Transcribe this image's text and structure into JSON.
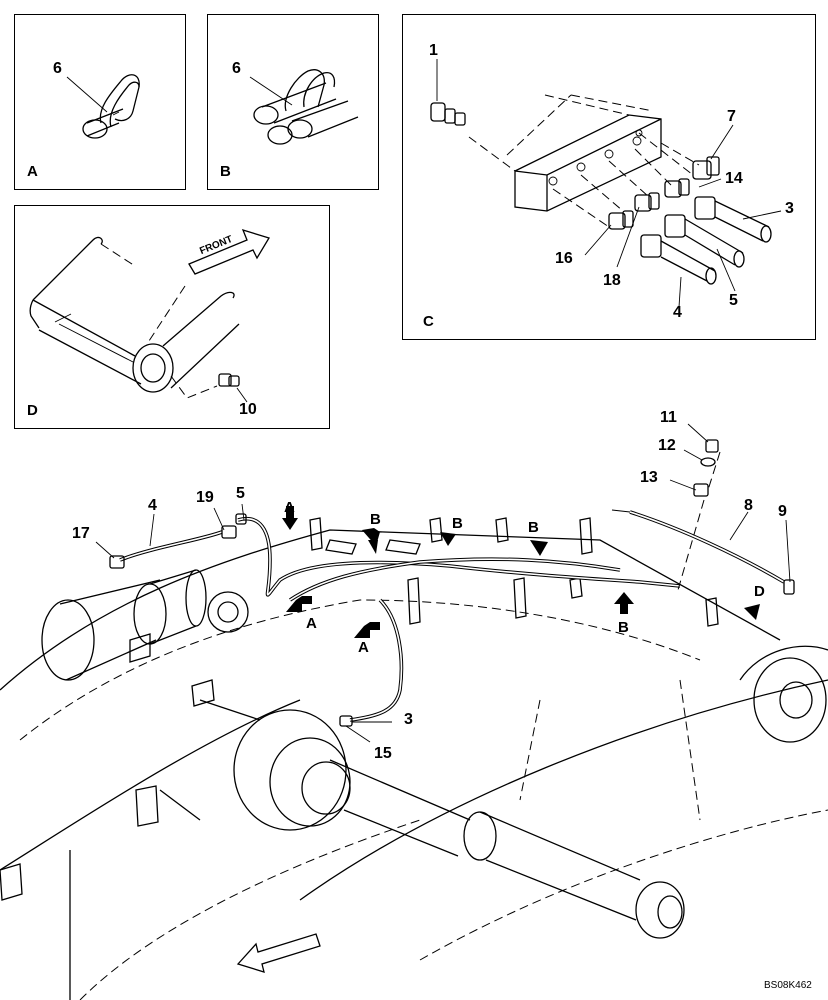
{
  "panels": {
    "A": {
      "label": "A",
      "callouts": [
        "6"
      ]
    },
    "B": {
      "label": "B",
      "callouts": [
        "6"
      ]
    },
    "C": {
      "label": "C",
      "callouts": [
        "1",
        "7",
        "14",
        "3",
        "16",
        "18",
        "4",
        "5"
      ]
    },
    "D": {
      "label": "D",
      "callouts": [
        "10"
      ],
      "arrow_text": "FRONT"
    }
  },
  "main": {
    "callouts": [
      "17",
      "4",
      "19",
      "5",
      "11",
      "12",
      "13",
      "8",
      "9",
      "3",
      "15"
    ],
    "view_arrows": [
      "A",
      "A",
      "A",
      "B",
      "B",
      "B",
      "B",
      "D"
    ]
  },
  "reference_code": "BS08K462",
  "icons": [
    "view-arrow-icon",
    "front-arrow-icon",
    "direction-arrow-icon"
  ]
}
